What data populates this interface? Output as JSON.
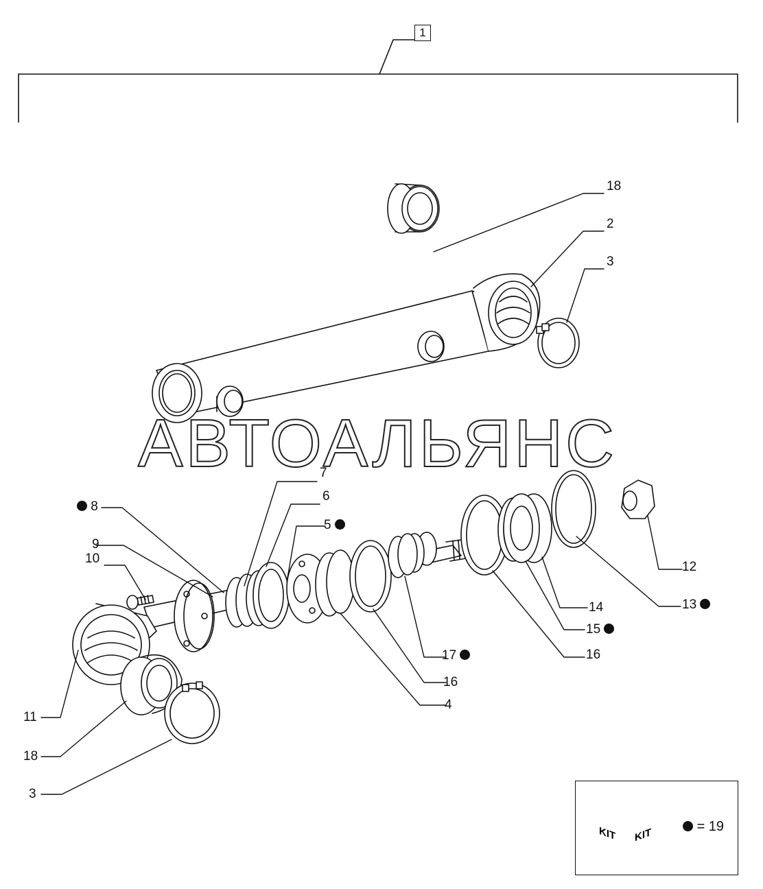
{
  "assembly_number": "1",
  "watermark": "АВТОАЛЬЯНС",
  "callouts": {
    "c18_top": "18",
    "c2": "2",
    "c3_top": "3",
    "c8": "8",
    "c7": "7",
    "c6": "6",
    "c5": "5",
    "c9": "9",
    "c10": "10",
    "c12": "12",
    "c13": "13",
    "c14": "14",
    "c15": "15",
    "c16_right": "16",
    "c17": "17",
    "c16_mid": "16",
    "c4": "4",
    "c11": "11",
    "c18_bottom": "18",
    "c3_bottom": "3"
  },
  "kit": {
    "face_left": "KIT",
    "face_right": "KIT",
    "equals": "= 19"
  },
  "colors": {
    "ink": "#111111",
    "background": "#ffffff"
  }
}
